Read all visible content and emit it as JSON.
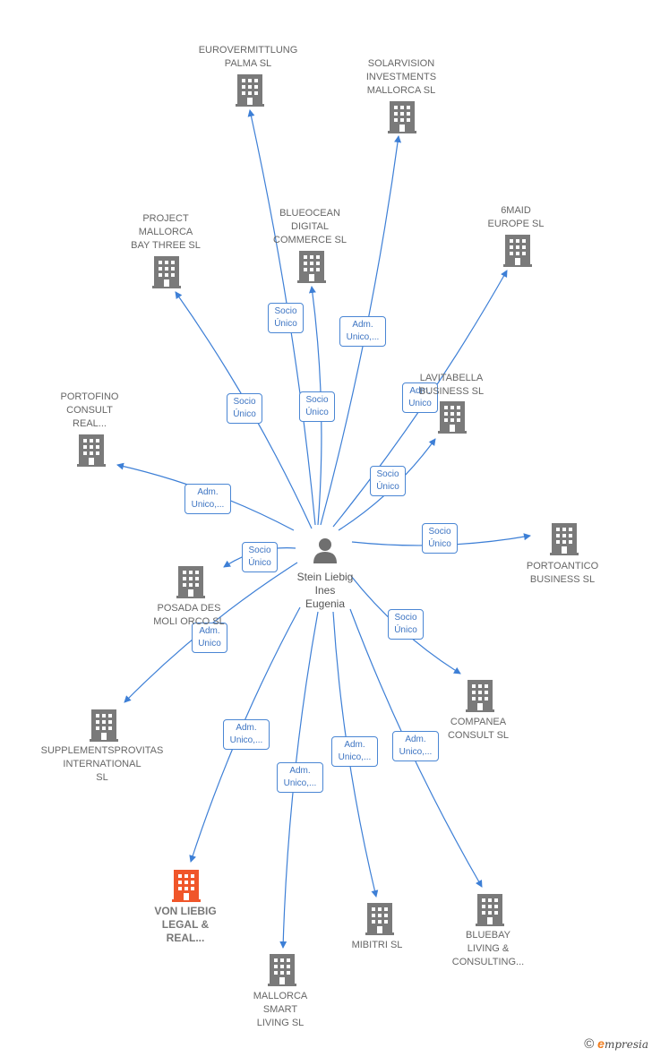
{
  "center": {
    "name": "Stein Liebig\nInes\nEugenia",
    "icon": "person-icon"
  },
  "colors": {
    "edge": "#3d7fd6",
    "building": "#7a7a7a",
    "building_focus": "#f0562a",
    "box_border": "#4a86d4"
  },
  "companies": [
    {
      "id": "eurovermittlung",
      "name": "EUROVERMITTLUNG\nPALMA SL",
      "icon": "building-icon",
      "focus": false
    },
    {
      "id": "solarvision",
      "name": "SOLARVISION\nINVESTMENTS\nMALLORCA SL",
      "icon": "building-icon",
      "focus": false
    },
    {
      "id": "blueocean",
      "name": "BLUEOCEAN\nDIGITAL\nCOMMERCE SL",
      "icon": "building-icon",
      "focus": false
    },
    {
      "id": "project",
      "name": "PROJECT\nMALLORCA\nBAY THREE SL",
      "icon": "building-icon",
      "focus": false
    },
    {
      "id": "6maid",
      "name": "6MAID\nEUROPE SL",
      "icon": "building-icon",
      "focus": false
    },
    {
      "id": "lavitabella",
      "name": "LAVITABELLA\nBUSINESS SL",
      "icon": "building-icon",
      "focus": false
    },
    {
      "id": "portofino",
      "name": "PORTOFINO\nCONSULT\nREAL...",
      "icon": "building-icon",
      "focus": false
    },
    {
      "id": "portoantico",
      "name": "PORTOANTICO\nBUSINESS SL",
      "icon": "building-icon",
      "focus": false
    },
    {
      "id": "posada",
      "name": "POSADA DES\nMOLI ORCO SL",
      "icon": "building-icon",
      "focus": false
    },
    {
      "id": "supplements",
      "name": "SUPPLEMENTSPROVITAS\nINTERNATIONAL\nSL",
      "icon": "building-icon",
      "focus": false
    },
    {
      "id": "companea",
      "name": "COMPANEA\nCONSULT SL",
      "icon": "building-icon",
      "focus": false
    },
    {
      "id": "vonliebig",
      "name": "VON LIEBIG\nLEGAL &\nREAL...",
      "icon": "building-icon",
      "focus": true
    },
    {
      "id": "mibitri",
      "name": "MIBITRI SL",
      "icon": "building-icon",
      "focus": false
    },
    {
      "id": "bluebay",
      "name": "BLUEBAY\nLIVING &\nCONSULTING...",
      "icon": "building-icon",
      "focus": false
    },
    {
      "id": "mallorcasmart",
      "name": "MALLORCA\nSMART\nLIVING SL",
      "icon": "building-icon",
      "focus": false
    }
  ],
  "relations": [
    {
      "to": "eurovermittlung",
      "label": "Socio\nÚnico"
    },
    {
      "to": "solarvision",
      "label": "Adm.\nUnico,..."
    },
    {
      "to": "blueocean",
      "label": "Socio\nÚnico"
    },
    {
      "to": "project",
      "label": "Socio\nÚnico"
    },
    {
      "to": "6maid",
      "label": "Adm.\nUnico"
    },
    {
      "to": "lavitabella",
      "label": "Socio\nÚnico"
    },
    {
      "to": "portofino",
      "label": "Adm.\nUnico,..."
    },
    {
      "to": "portoantico",
      "label": "Socio\nÚnico"
    },
    {
      "to": "posada",
      "label": "Socio\nÚnico"
    },
    {
      "to": "supplements",
      "label": "Adm.\nUnico"
    },
    {
      "to": "companea",
      "label": "Socio\nÚnico"
    },
    {
      "to": "vonliebig",
      "label": "Adm.\nUnico,..."
    },
    {
      "to": "mallorcasmart",
      "label": "Adm.\nUnico,..."
    },
    {
      "to": "mibitri",
      "label": "Adm.\nUnico,..."
    },
    {
      "to": "bluebay",
      "label": "Adm.\nUnico,..."
    }
  ],
  "watermark": {
    "copyright": "©",
    "brand_first": "e",
    "brand_rest": "mpresia"
  }
}
